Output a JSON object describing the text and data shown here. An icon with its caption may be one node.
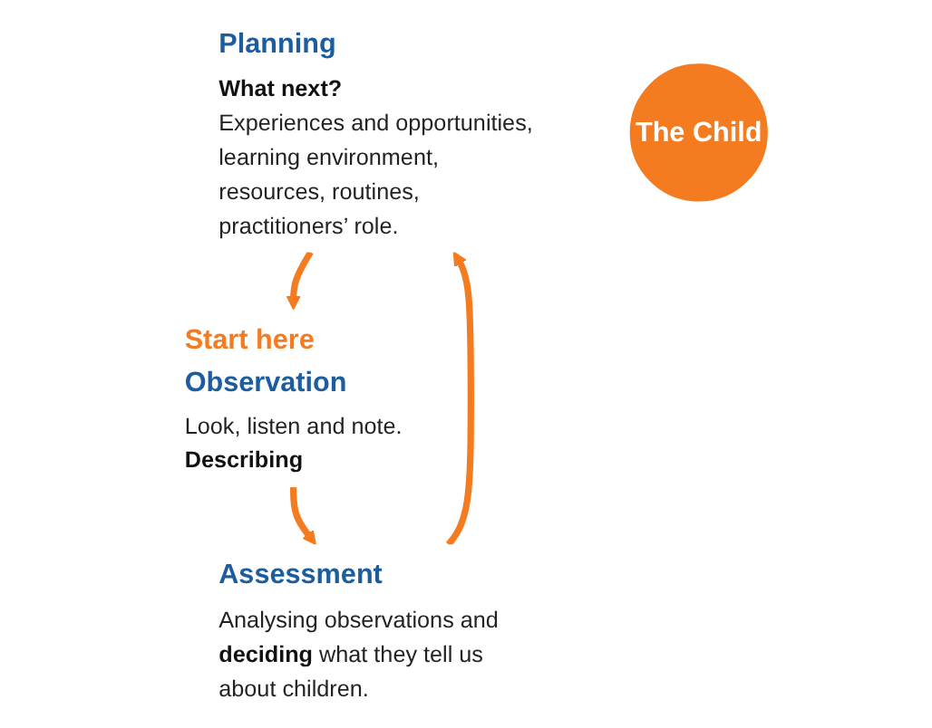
{
  "diagram": {
    "nodes": [
      {
        "text": [
          "Planning",
          "What next?",
          "Experiences and opportunities, learning environment, resources, routines, practitioners’ role."
        ]
      },
      {
        "text": [
          "Start here",
          "Observation",
          "Look, listen and note.",
          "Describing"
        ]
      },
      {
        "text": [
          "The Child"
        ]
      },
      {
        "text": [
          "Assessment",
          "Analysing observations and **deciding** what they tell us about children."
        ]
      }
    ],
    "edges": [
      {
        "from": 0,
        "to": 1,
        "arrow": "to",
        "color": "#f47b20"
      },
      {
        "from": 1,
        "to": 3,
        "arrow": "to",
        "color": "#f47b20"
      },
      {
        "from": 3,
        "to": 0,
        "arrow": "to",
        "color": "#f47b20"
      }
    ]
  }
}
